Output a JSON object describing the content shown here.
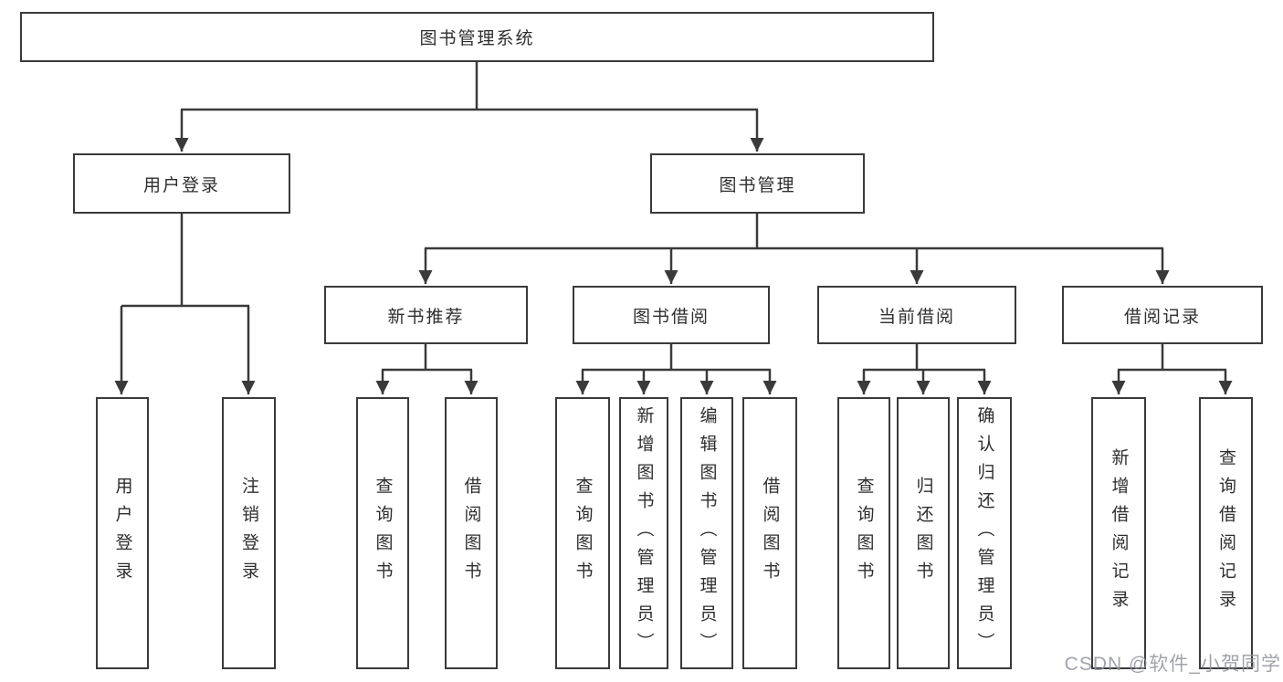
{
  "diagram": {
    "root": {
      "label": "图书管理系统"
    },
    "branches": [
      {
        "label": "用户登录",
        "children": [
          {
            "label": "用户登录"
          },
          {
            "label": "注销登录"
          }
        ]
      },
      {
        "label": "图书管理",
        "children": [
          {
            "label": "新书推荐",
            "children": [
              {
                "label": "查询图书"
              },
              {
                "label": "借阅图书"
              }
            ]
          },
          {
            "label": "图书借阅",
            "children": [
              {
                "label": "查询图书"
              },
              {
                "label": "新增图书（管理员）"
              },
              {
                "label": "编辑图书（管理员）"
              },
              {
                "label": "借阅图书"
              }
            ]
          },
          {
            "label": "当前借阅",
            "children": [
              {
                "label": "查询图书"
              },
              {
                "label": "归还图书"
              },
              {
                "label": "确认归还（管理员）"
              }
            ]
          },
          {
            "label": "借阅记录",
            "children": [
              {
                "label": "新增借阅记录"
              },
              {
                "label": "查询借阅记录"
              }
            ]
          }
        ]
      }
    ]
  },
  "watermark": {
    "text": "CSDN @软件_小贺同学"
  },
  "colors": {
    "line": "#3a3a3a",
    "text": "#2e2e2e",
    "watermark": "#91939e"
  }
}
